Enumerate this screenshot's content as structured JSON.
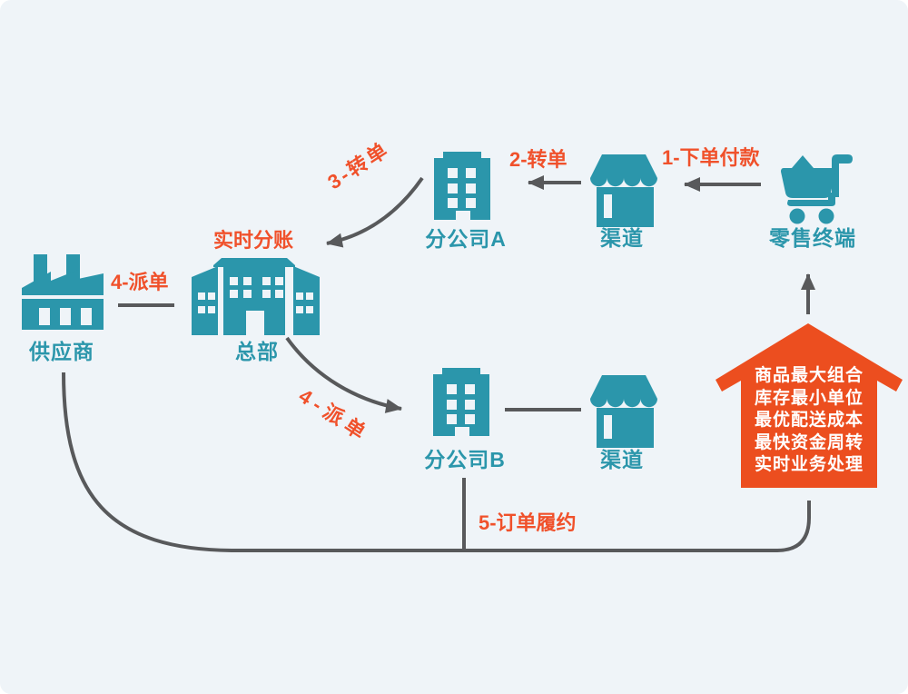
{
  "colors": {
    "background": "#eff4f8",
    "teal": "#2b96ab",
    "house_orange": "#ec4e1f",
    "label_orange": "#f0512b",
    "line_gray": "#58595b",
    "white": "#ffffff"
  },
  "nodes": {
    "retail_terminal": {
      "label": "零售终端",
      "icon": "cart-icon"
    },
    "channel_top": {
      "label": "渠道",
      "icon": "storefront-icon"
    },
    "branch_a": {
      "label": "分公司A",
      "icon": "office-building-icon"
    },
    "headquarters": {
      "label": "总部",
      "icon": "campus-building-icon"
    },
    "supplier": {
      "label": "供应商",
      "icon": "factory-icon"
    },
    "branch_b": {
      "label": "分公司B",
      "icon": "office-building-icon"
    },
    "channel_bottom": {
      "label": "渠道",
      "icon": "storefront-icon"
    }
  },
  "flows": {
    "step1": {
      "label": "1-下单付款"
    },
    "step2": {
      "label": "2-转单"
    },
    "step3": {
      "label": "3-转单"
    },
    "realtime_split": {
      "label": "实时分账"
    },
    "step4_supplier": {
      "label": "4-派单"
    },
    "step4_branch": {
      "label": "4-派单"
    },
    "step5": {
      "label": "5-订单履约"
    }
  },
  "house": {
    "lines": [
      "商品最大组合",
      "库存最小单位",
      "最优配送成本",
      "最快资金周转",
      "实时业务处理"
    ]
  }
}
